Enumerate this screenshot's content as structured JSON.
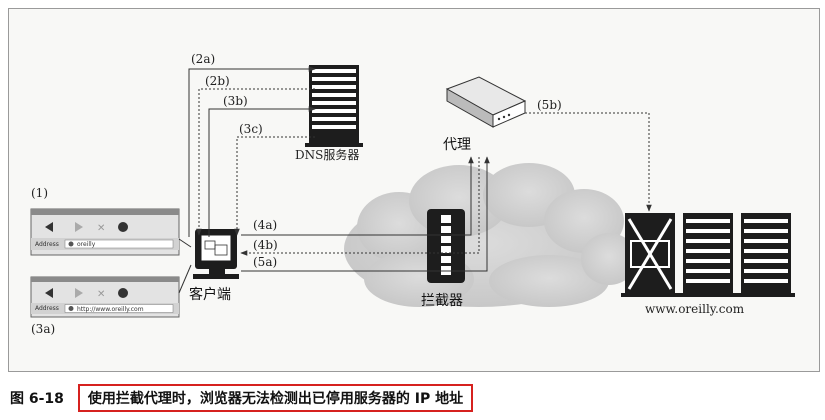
{
  "labels": {
    "step_1": "(1)",
    "step_2a": "(2a)",
    "step_2b": "(2b)",
    "step_3a": "(3a)",
    "step_3b": "(3b)",
    "step_3c": "(3c)",
    "step_4a": "(4a)",
    "step_4b": "(4b)",
    "step_5a": "(5a)",
    "step_5b": "(5b)",
    "dns": "DNS服务器",
    "proxy": "代理",
    "client": "客户端",
    "interceptor": "拦截器",
    "origin": "www.oreilly.com"
  },
  "browser_1": {
    "address_label": "Address",
    "url": "oreilly"
  },
  "browser_2": {
    "address_label": "Address",
    "url": "http://www.oreilly.com"
  },
  "caption": {
    "figure_number": "图 6-18",
    "text": "使用拦截代理时，浏览器无法检测出已停用服务器的 IP 地址",
    "highlight_color": "#d6211f"
  }
}
